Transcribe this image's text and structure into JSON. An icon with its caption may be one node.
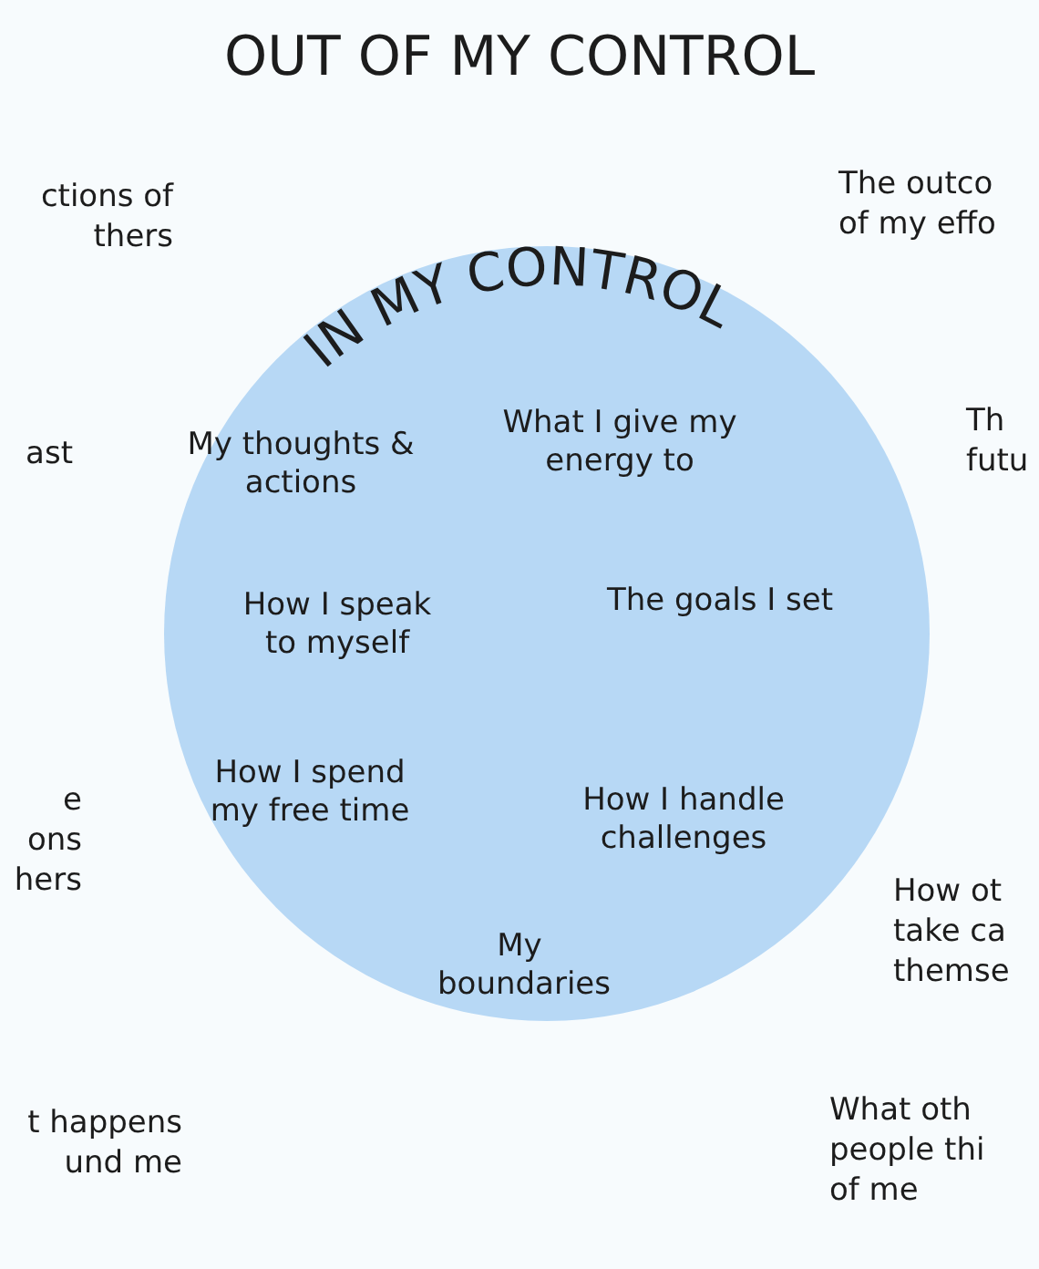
{
  "diagram": {
    "title": "OUT OF MY CONTROL",
    "nodes": [
      {
        "text": [
          "IN MY CONTROL",
          "My thoughts & actions",
          "What I give my energy to",
          "How I speak to myself",
          "The goals I set",
          "How I spend my free time",
          "How I handle challenges",
          "My boundaries"
        ]
      }
    ],
    "edges": [],
    "labels": [
      "ctions of thers",
      "The outco of my effo",
      "ast",
      "Th futu",
      "e ons hers",
      "How ot take ca themse",
      "t happens und me",
      "What oth people thi of me"
    ]
  }
}
